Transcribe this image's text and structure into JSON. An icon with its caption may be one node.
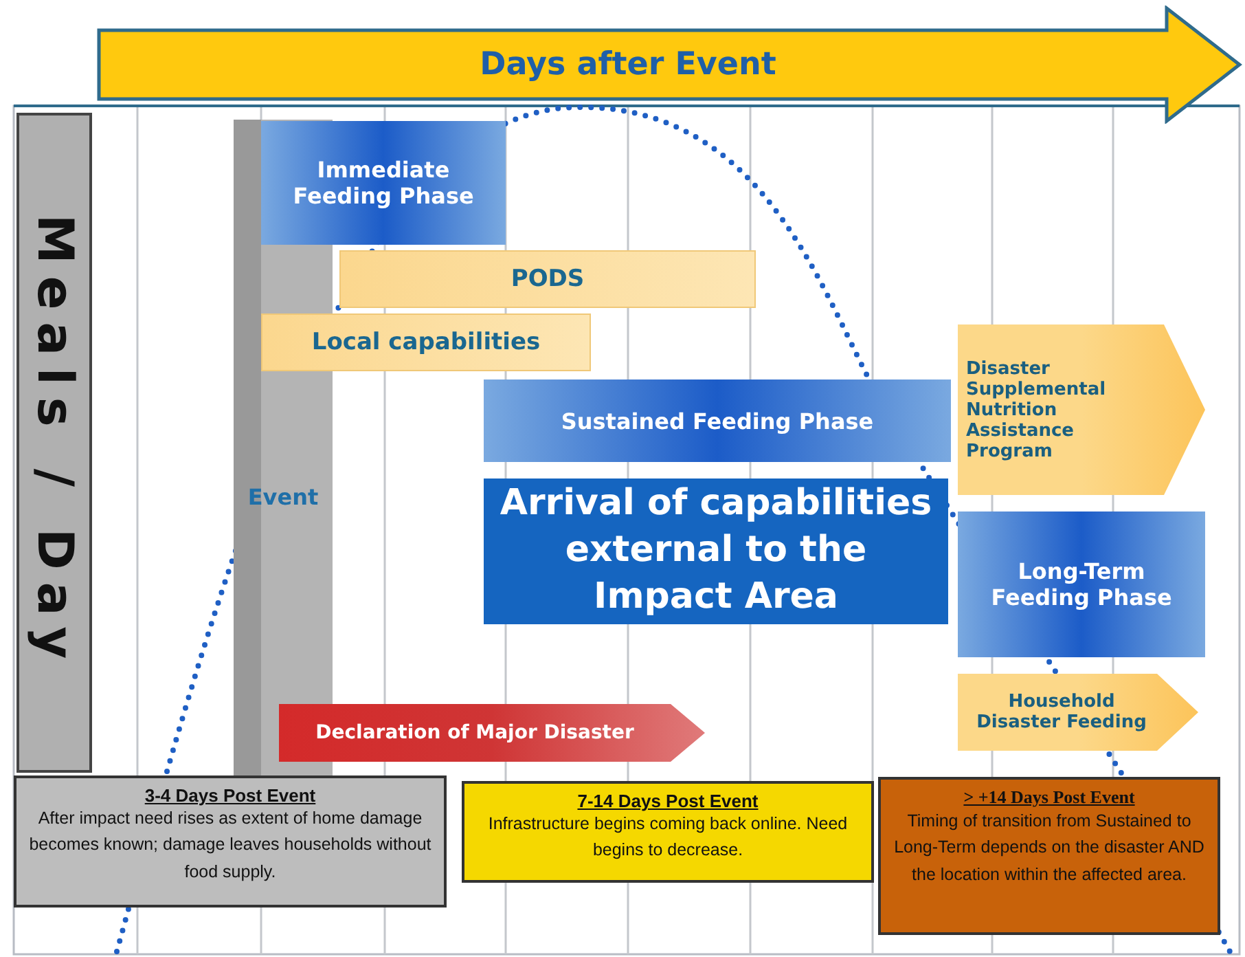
{
  "diagram": {
    "nodes": [
      {
        "text": [
          "Days after Event"
        ]
      },
      {
        "text": [
          "Meals / Day"
        ]
      },
      {
        "text": [
          "Immediate Feeding Phase"
        ]
      },
      {
        "text": [
          "PODS"
        ]
      },
      {
        "text": [
          "Local capabilities"
        ]
      },
      {
        "text": [
          "Sustained Feeding Phase"
        ]
      },
      {
        "text": [
          "Disaster Supplemental Nutrition Assistance Program"
        ]
      },
      {
        "text": [
          "Event"
        ]
      },
      {
        "text": [
          "Arrival of capabilities external to the Impact Area"
        ]
      },
      {
        "text": [
          "Long-Term Feeding Phase"
        ]
      },
      {
        "text": [
          "Household Disaster Feeding"
        ]
      },
      {
        "text": [
          "Declaration of Major Disaster"
        ]
      },
      {
        "text": [
          "3-4 Days Post Event",
          "After impact need rises as extent of home damage becomes known; damage leaves households without food supply."
        ]
      },
      {
        "text": [
          "7-14 Days Post Event",
          "Infrastructure begins coming back online. Need begins to decrease."
        ]
      },
      {
        "text": [
          "> +14 Days Post Event",
          "Timing of transition from Sustained to Long-Term depends on the disaster AND the location within the affected area."
        ]
      }
    ]
  }
}
